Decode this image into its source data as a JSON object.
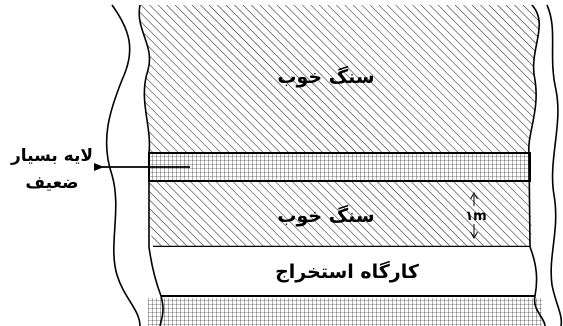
{
  "labels": {
    "upper_layer": "سنگ خوب",
    "weak_layer_line1": "لایه بسیار",
    "weak_layer_line2": "ضعیف",
    "middle_layer": "سنگ خوب",
    "thickness": "۱m",
    "workshop": "کارگاه استخراج"
  },
  "colors": {
    "ink": "#000000",
    "background": "#ffffff"
  }
}
